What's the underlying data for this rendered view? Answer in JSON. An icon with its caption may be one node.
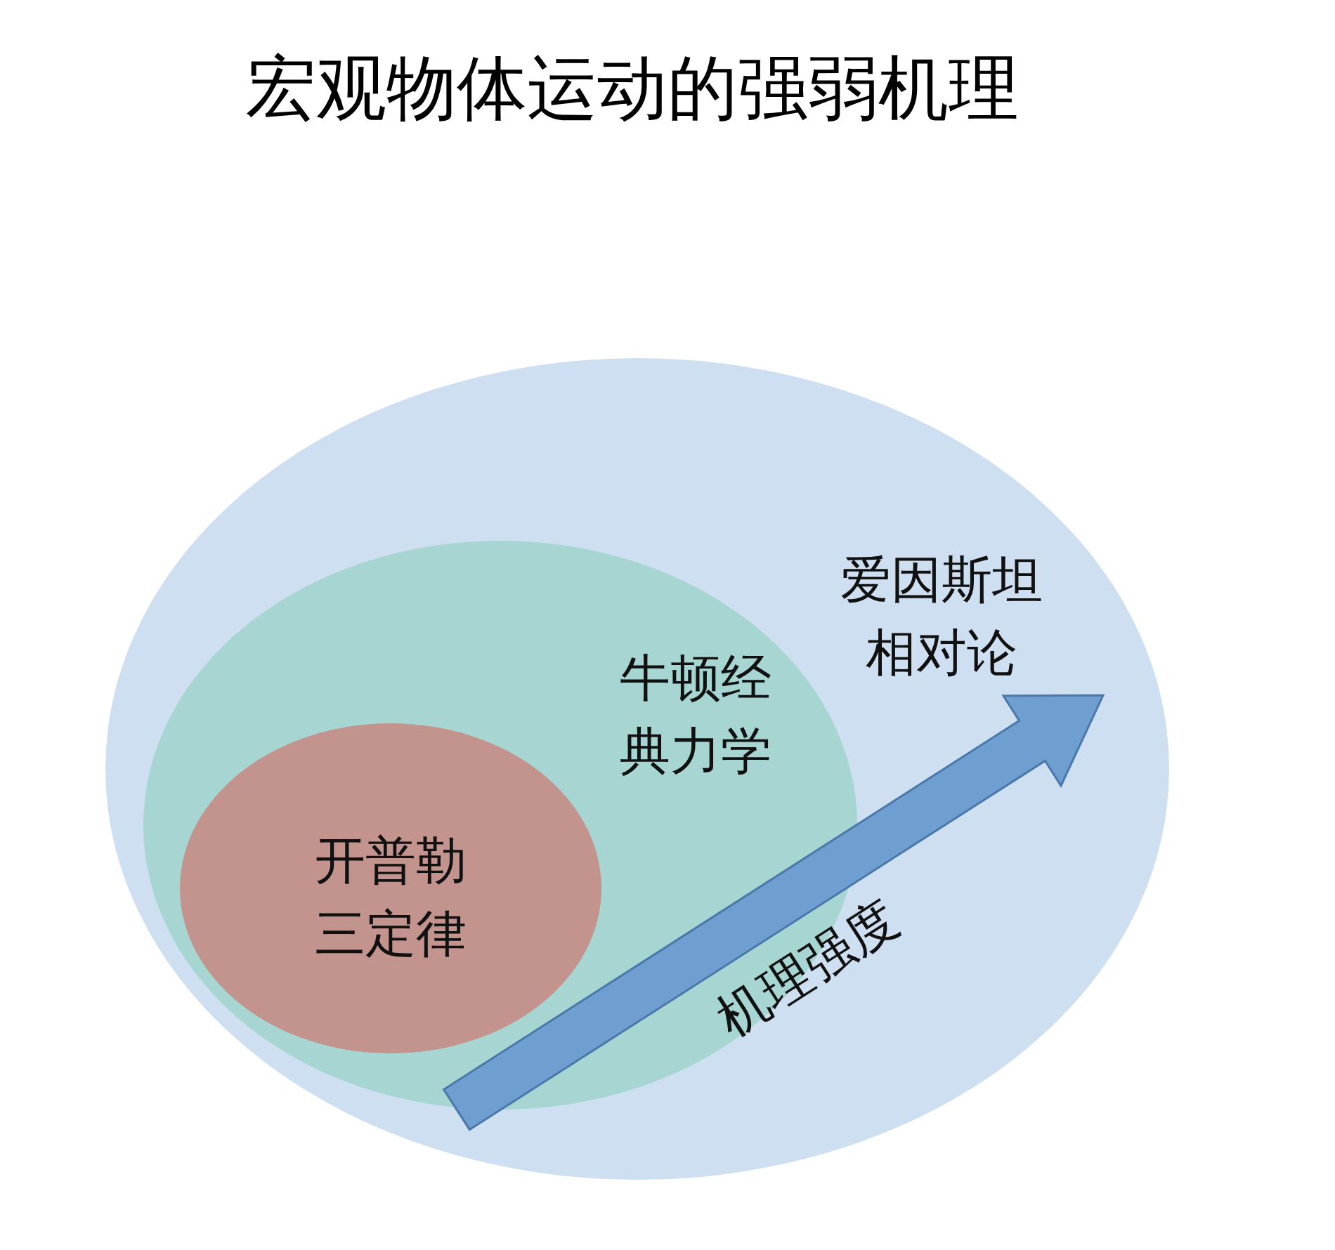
{
  "diagram": {
    "title": "宏观物体运动的强弱机理",
    "nodes": [
      {
        "text": [
          "爱因斯坦相对论"
        ]
      },
      {
        "text": [
          "牛顿经典力学"
        ],
        "in": 0
      },
      {
        "text": [
          "开普勒三定律"
        ],
        "in": 1
      }
    ],
    "labels": [
      "机理强度"
    ]
  }
}
